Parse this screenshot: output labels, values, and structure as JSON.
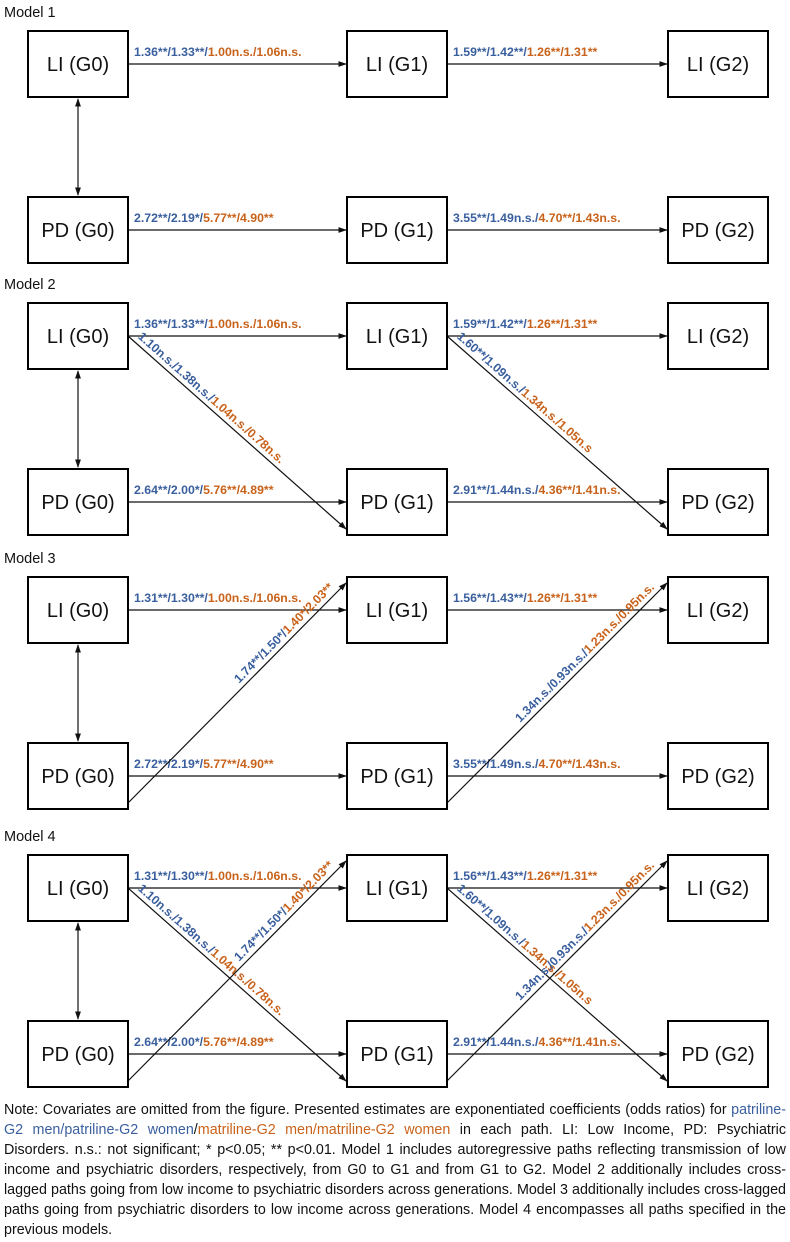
{
  "colors": {
    "blue": "#3a5f9e",
    "orange": "#c9621a",
    "line": "#111111"
  },
  "nodes": {
    "LI_G0": "LI (G0)",
    "LI_G1": "LI (G1)",
    "LI_G2": "LI (G2)",
    "PD_G0": "PD (G0)",
    "PD_G1": "PD (G1)",
    "PD_G2": "PD (G2)"
  },
  "models": [
    {
      "title": "Model 1",
      "edges": [
        {
          "from": "LI_G0",
          "to": "LI_G1",
          "blue": "1.36**/1.33**/",
          "orange": "1.00n.s./1.06n.s."
        },
        {
          "from": "LI_G1",
          "to": "LI_G2",
          "blue": "1.59**/1.42**/",
          "orange": "1.26**/1.31**"
        },
        {
          "from": "PD_G0",
          "to": "PD_G1",
          "blue": "2.72**/2.19*/",
          "orange": "5.77**/4.90**"
        },
        {
          "from": "PD_G1",
          "to": "PD_G2",
          "blue": "3.55**/1.49n.s./",
          "orange": "4.70**/1.43n.s."
        }
      ]
    },
    {
      "title": "Model 2",
      "edges": [
        {
          "from": "LI_G0",
          "to": "LI_G1",
          "blue": "1.36**/1.33**/",
          "orange": "1.00n.s./1.06n.s."
        },
        {
          "from": "LI_G1",
          "to": "LI_G2",
          "blue": "1.59**/1.42**/",
          "orange": "1.26**/1.31**"
        },
        {
          "from": "PD_G0",
          "to": "PD_G1",
          "blue": "2.64**/2.00*/",
          "orange": "5.76**/4.89**"
        },
        {
          "from": "PD_G1",
          "to": "PD_G2",
          "blue": "2.91**/1.44n.s./",
          "orange": "4.36**/1.41n.s."
        },
        {
          "from": "LI_G0",
          "to": "PD_G1",
          "blue": "1.10n.s./1.38n.s./",
          "orange": "1.04n.s./0.78n.s."
        },
        {
          "from": "LI_G1",
          "to": "PD_G2",
          "blue": "1.60**/1.09n.s./",
          "orange": "1.34n.s./1.05n.s"
        }
      ]
    },
    {
      "title": "Model 3",
      "edges": [
        {
          "from": "LI_G0",
          "to": "LI_G1",
          "blue": "1.31**/1.30**/",
          "orange": "1.00n.s./1.06n.s."
        },
        {
          "from": "LI_G1",
          "to": "LI_G2",
          "blue": "1.56**/1.43**/",
          "orange": "1.26**/1.31**"
        },
        {
          "from": "PD_G0",
          "to": "PD_G1",
          "blue": "2.72**/2.19*/",
          "orange": "5.77**/4.90**"
        },
        {
          "from": "PD_G1",
          "to": "PD_G2",
          "blue": "3.55**/1.49n.s./",
          "orange": "4.70**/1.43n.s."
        },
        {
          "from": "PD_G0",
          "to": "LI_G1",
          "blue": "1.74**/1.50*/",
          "orange": "1.40*/2.03**"
        },
        {
          "from": "PD_G1",
          "to": "LI_G2",
          "blue": "1.34n.s./0.93n.s./",
          "orange": "1.23n.s./0.95n.s."
        }
      ]
    },
    {
      "title": "Model 4",
      "edges": [
        {
          "from": "LI_G0",
          "to": "LI_G1",
          "blue": "1.31**/1.30**/",
          "orange": "1.00n.s./1.06n.s."
        },
        {
          "from": "LI_G1",
          "to": "LI_G2",
          "blue": "1.56**/1.43**/",
          "orange": "1.26**/1.31**"
        },
        {
          "from": "PD_G0",
          "to": "PD_G1",
          "blue": "2.64**/2.00*/",
          "orange": "5.76**/4.89**"
        },
        {
          "from": "PD_G1",
          "to": "PD_G2",
          "blue": "2.91**/1.44n.s./",
          "orange": "4.36**/1.41n.s."
        },
        {
          "from": "LI_G0",
          "to": "PD_G1",
          "blue": "1.10n.s./1.38n.s./",
          "orange": "1.04n.s./0.78n.s."
        },
        {
          "from": "LI_G1",
          "to": "PD_G2",
          "blue": "1.60**/1.09n.s./",
          "orange": "1.34n.s./1.05n.s"
        },
        {
          "from": "PD_G0",
          "to": "LI_G1",
          "blue": "1.74**/1.50*/",
          "orange": "1.40*/2.03**"
        },
        {
          "from": "PD_G1",
          "to": "LI_G2",
          "blue": "1.34n.s./0.93n.s./",
          "orange": "1.23n.s./0.95n.s."
        }
      ]
    }
  ],
  "note": {
    "part1": "Note: Covariates are omitted from the figure. Presented estimates are exponentiated coefficients (odds ratios) for ",
    "legend_blue": "patriline-G2 men/patriline-G2 women",
    "slash": "/",
    "legend_orange": "matriline-G2 men/matriline-G2 women",
    "part2": " in each path. LI: Low Income, PD: Psychiatric Disorders. n.s.: not significant; * p<0.05; ** p<0.01. Model 1 includes autoregressive paths reflecting transmission of low income and psychiatric disorders, respectively, from G0 to G1 and from G1 to G2. Model 2 additionally includes cross-lagged paths going from low income to psychiatric disorders across generations. Model 3 additionally includes cross-lagged paths going from psychiatric disorders to low income across generations. Model 4 encompasses all paths specified in the previous models."
  }
}
